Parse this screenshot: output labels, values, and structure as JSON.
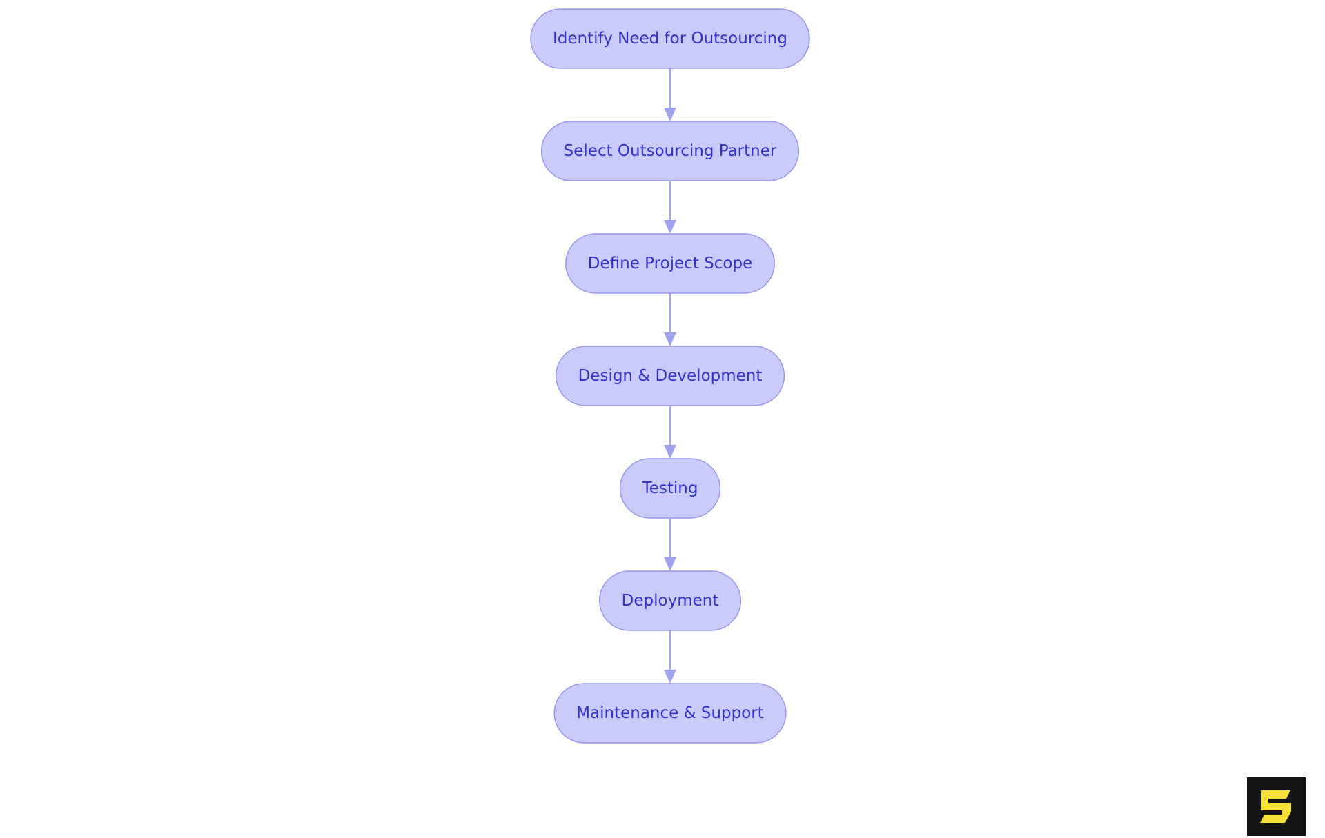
{
  "diagram": {
    "nodes": [
      {
        "id": "identify",
        "label": "Identify Need for Outsourcing"
      },
      {
        "id": "select",
        "label": "Select Outsourcing Partner"
      },
      {
        "id": "define",
        "label": "Define Project Scope"
      },
      {
        "id": "design",
        "label": "Design & Development"
      },
      {
        "id": "testing",
        "label": "Testing"
      },
      {
        "id": "deployment",
        "label": "Deployment"
      },
      {
        "id": "maintenance",
        "label": "Maintenance & Support"
      }
    ],
    "edges": [
      {
        "from": "identify",
        "to": "select"
      },
      {
        "from": "select",
        "to": "define"
      },
      {
        "from": "define",
        "to": "design"
      },
      {
        "from": "design",
        "to": "testing"
      },
      {
        "from": "testing",
        "to": "deployment"
      },
      {
        "from": "deployment",
        "to": "maintenance"
      }
    ]
  },
  "colors": {
    "node_fill": "#cbcbfb",
    "node_stroke": "#9797e9",
    "node_text": "#3232c8",
    "edge": "#9fa3ee",
    "logo_background": "#141414",
    "logo_mark": "#f5e03a"
  },
  "logo": {
    "icon": "s-logo-icon"
  }
}
